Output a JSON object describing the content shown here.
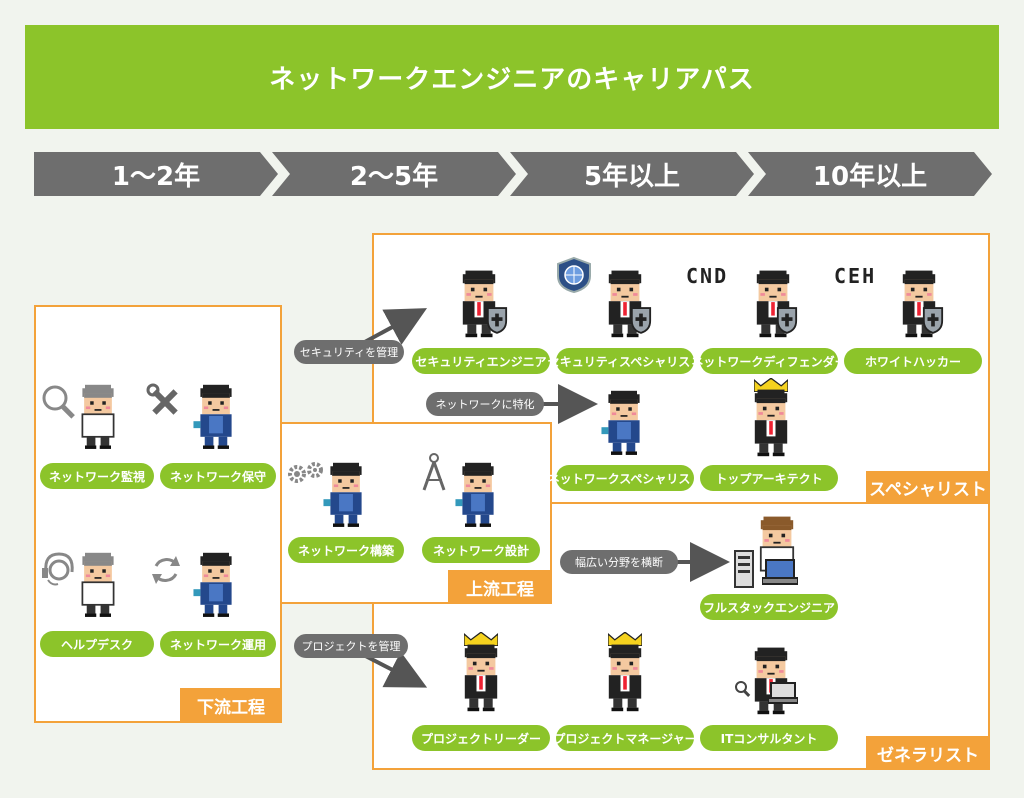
{
  "title": "ネットワークエンジニアのキャリアパス",
  "stages": [
    "1〜2年",
    "2〜5年",
    "5年以上",
    "10年以上"
  ],
  "groups": {
    "downstream": "下流工程",
    "upstream": "上流工程",
    "specialist": "スペシャリスト",
    "generalist": "ゼネラリスト"
  },
  "roles": {
    "monitoring": "ネットワーク監視",
    "maintenance": "ネットワーク保守",
    "helpdesk": "ヘルプデスク",
    "operation": "ネットワーク運用",
    "construction": "ネットワーク構築",
    "design": "ネットワーク設計",
    "security_engineer": "セキュリティエンジニア",
    "security_specialist": "セキュリティスペシャリスト",
    "network_defender": "ネットワークディフェンダー",
    "white_hacker": "ホワイトハッカー",
    "network_specialist": "ネットワークスペシャリスト",
    "top_architect": "トップアーキテクト",
    "fullstack": "フルスタックエンジニア",
    "project_leader": "プロジェクトリーダー",
    "project_manager": "プロジェクトマネージャー",
    "it_consultant": "ITコンサルタント"
  },
  "transitions": {
    "manage_security": "セキュリティを管理",
    "specialize_network": "ネットワークに特化",
    "cross_fields": "幅広い分野を横断",
    "manage_project": "プロジェクトを管理"
  },
  "certs": {
    "cnd": "CND",
    "ceh": "CEH"
  },
  "colors": {
    "banner": "#8cc42a",
    "stage": "#6e6e6e",
    "accent": "#f3a23a",
    "pill": "#8cc42a"
  }
}
